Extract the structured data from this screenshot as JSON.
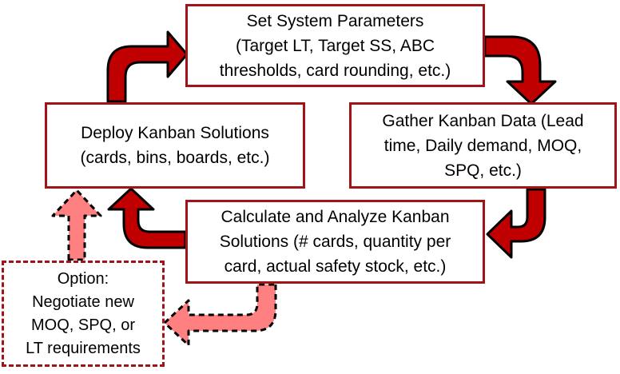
{
  "boxes": {
    "set_parameters": {
      "lines": [
        "Set System Parameters",
        "(Target LT, Target SS, ABC",
        "thresholds, card rounding, etc.)"
      ]
    },
    "gather_data": {
      "lines": [
        "Gather Kanban Data (Lead",
        "time, Daily demand, MOQ,",
        "SPQ, etc.)"
      ]
    },
    "calculate": {
      "lines": [
        "Calculate and Analyze Kanban",
        "Solutions (# cards, quantity per",
        "card, actual safety stock, etc.)"
      ]
    },
    "deploy": {
      "lines": [
        "Deploy Kanban Solutions",
        "(cards, bins, boards, etc.)"
      ]
    },
    "option": {
      "lines": [
        "Option:",
        "Negotiate new",
        "MOQ, SPQ, or",
        "LT requirements"
      ]
    }
  },
  "colors": {
    "box_border": "#a01418",
    "arrow_fill": "#c00000",
    "option_arrow_fill": "#ff8080",
    "arrow_outline": "#000000"
  }
}
